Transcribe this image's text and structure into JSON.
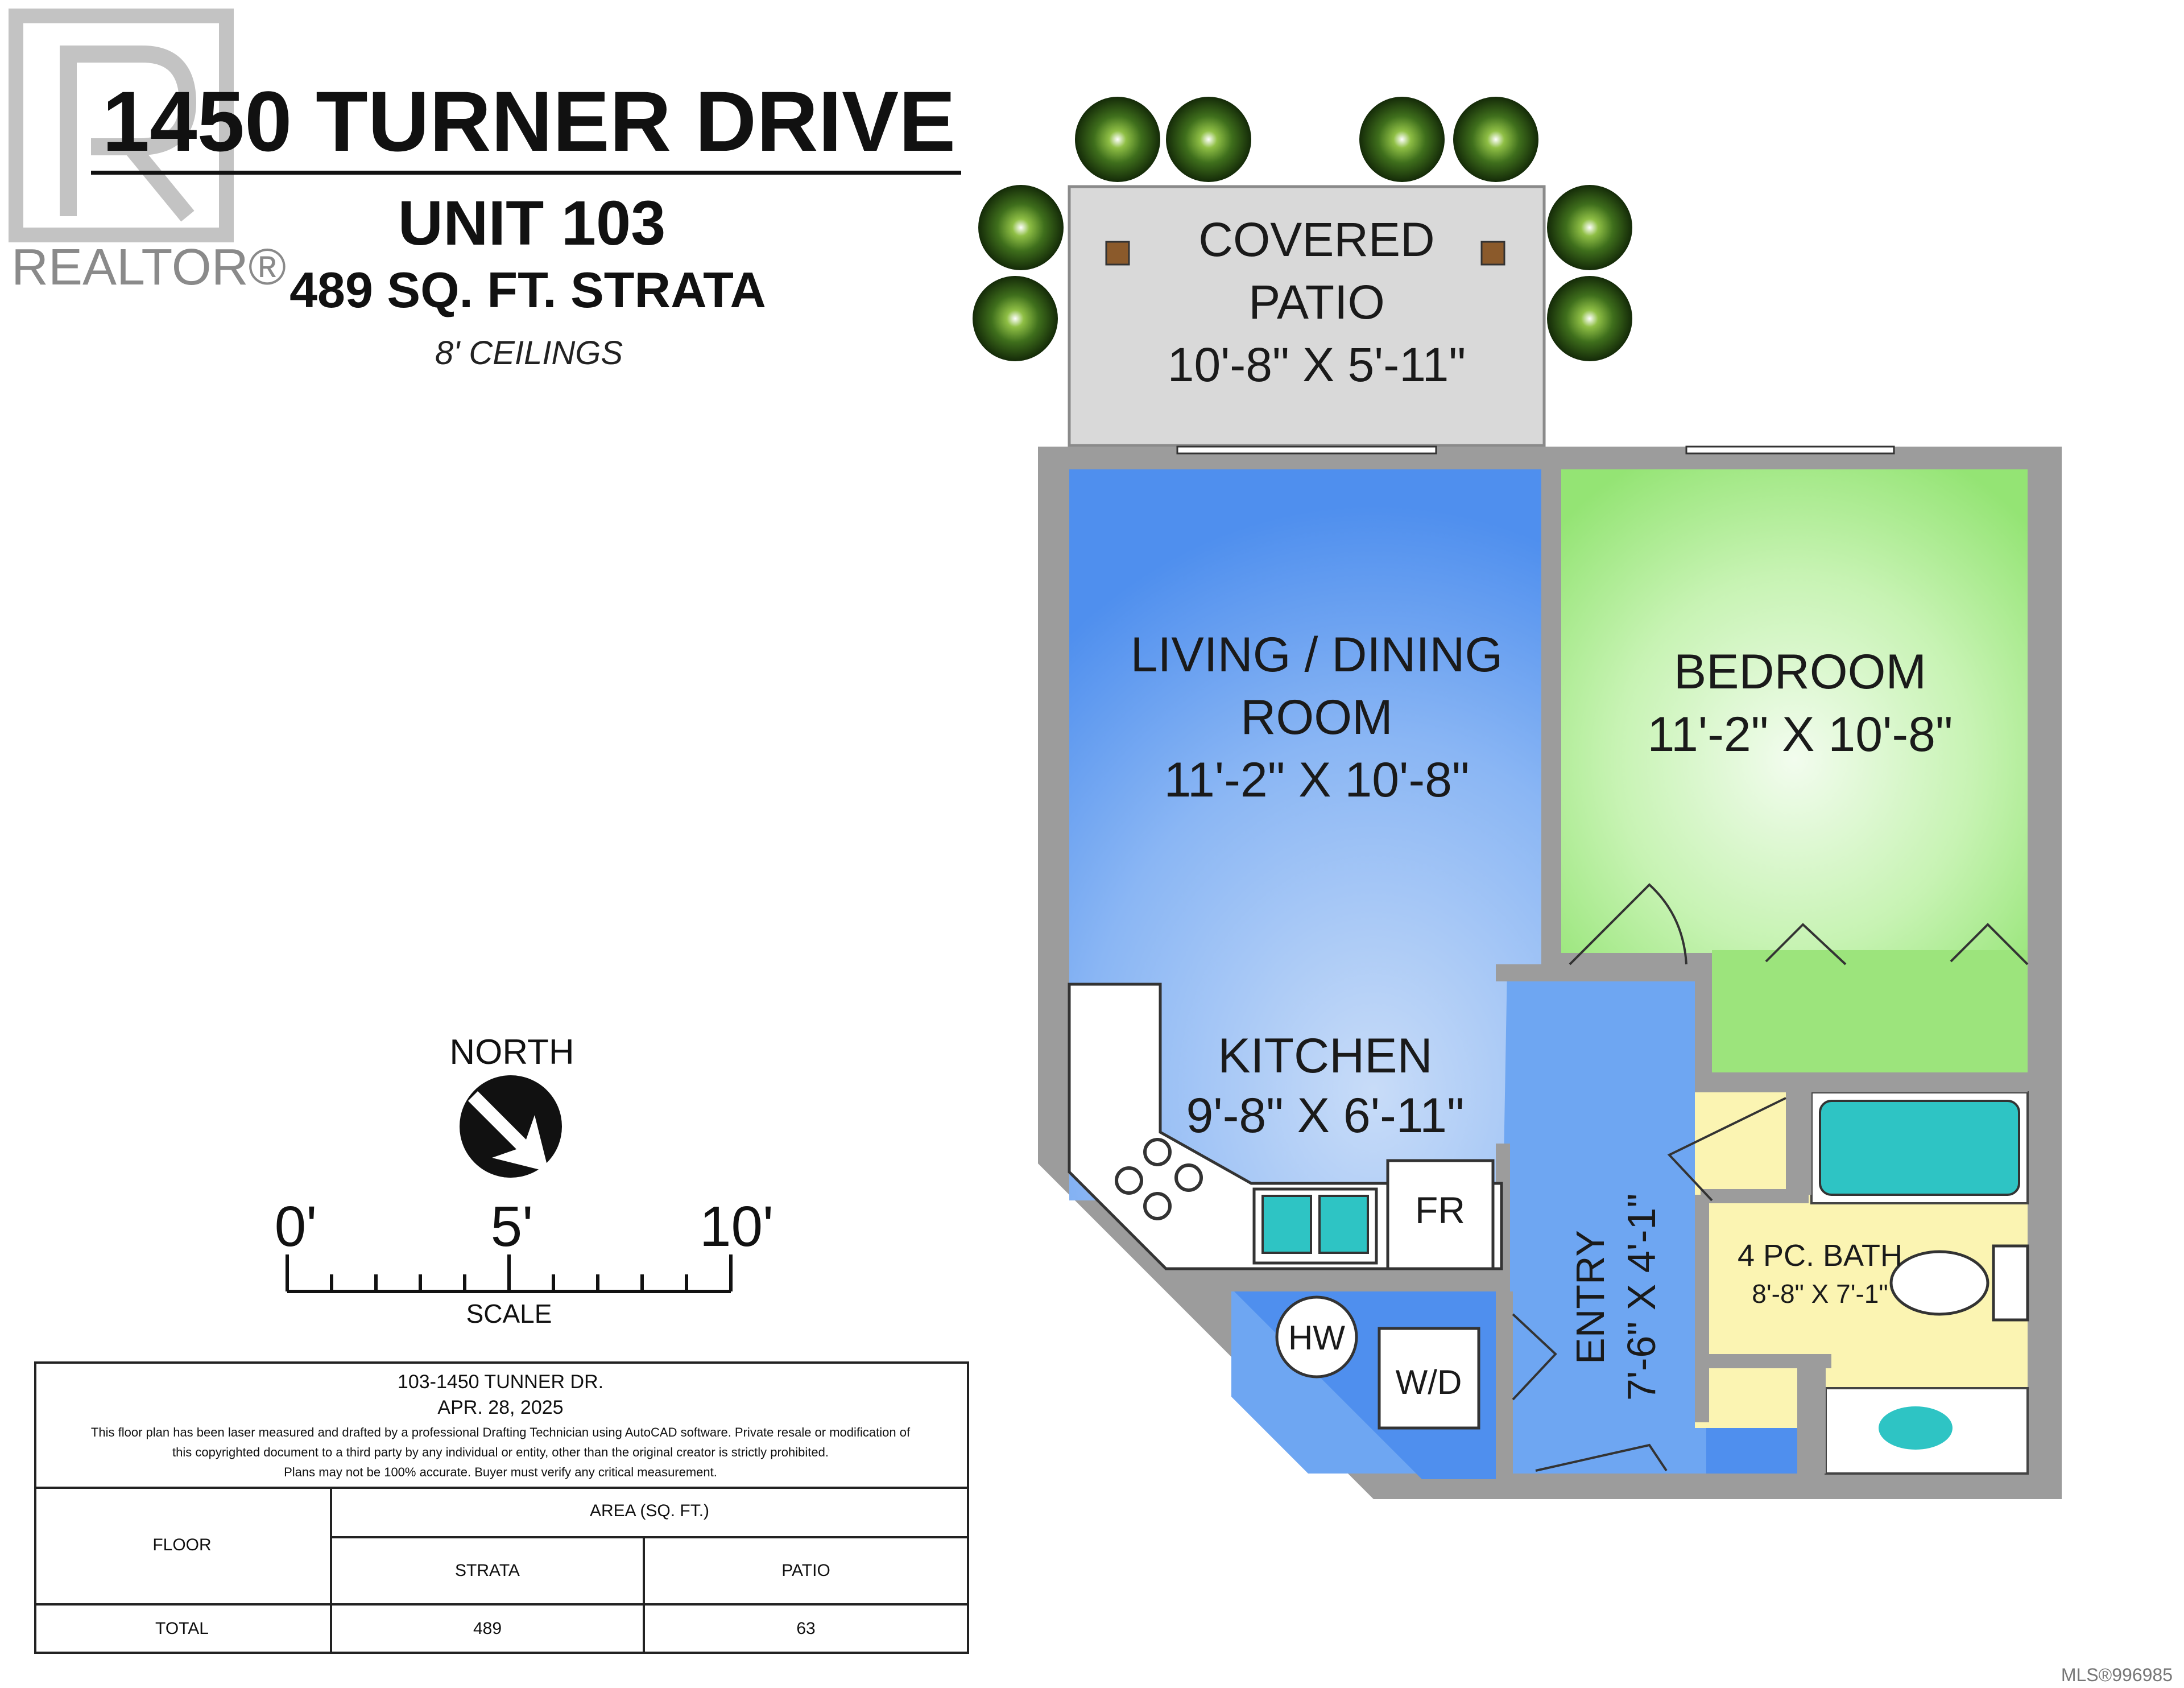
{
  "header": {
    "address": "1450 TURNER DRIVE",
    "unit": "UNIT 103",
    "area": "489 SQ. FT. STRATA",
    "ceilings": "8' CEILINGS"
  },
  "watermark": {
    "brand": "REALTOR®",
    "mls": "MLS®996985"
  },
  "rooms": {
    "patio": {
      "name_1": "COVERED",
      "name_2": "PATIO",
      "dims": "10'-8\" X 5'-11\""
    },
    "living": {
      "name_1": "LIVING / DINING",
      "name_2": "ROOM",
      "dims": "11'-2\" X 10'-8\""
    },
    "bedroom": {
      "name": "BEDROOM",
      "dims": "11'-2\" X 10'-8\""
    },
    "kitchen": {
      "name": "KITCHEN",
      "dims": "9'-8\" X 6'-11\""
    },
    "entry": {
      "name": "ENTRY",
      "dims": "7'-6\" X 4'-1\""
    },
    "bath": {
      "name": "4 PC. BATH",
      "dims": "8'-8\" X 7'-1\""
    },
    "fixtures": {
      "fridge": "FR",
      "hot_water": "HW",
      "washer_dryer": "W/D"
    }
  },
  "compass": {
    "label": "NORTH"
  },
  "scale": {
    "label": "SCALE",
    "ticks": [
      "0'",
      "5'",
      "10'"
    ]
  },
  "info_table": {
    "line_1": "103-1450 TUNNER DR.",
    "line_2": "APR. 28, 2025",
    "disclaimer_1": "This floor plan has been laser measured and drafted by a professional Drafting Technician using AutoCAD software. Private resale or modification of",
    "disclaimer_2": "this copyrighted document to a third party by any individual or entity, other than the original creator is strictly prohibited.",
    "disclaimer_3": "Plans may not be 100% accurate. Buyer must verify any critical measurement.",
    "col_floor": "FLOOR",
    "col_area": "AREA (SQ. FT.)",
    "col_strata": "STRATA",
    "col_patio": "PATIO",
    "row_label": "TOTAL",
    "row_strata": "489",
    "row_patio": "63"
  },
  "colors": {
    "wall": "#9c9c9c",
    "living": "#5f9cf0",
    "bedroom": "#a8ec8c",
    "bath": "#fbf4b2",
    "tub": "#2ec4c4",
    "patio": "#d9d9d9",
    "shrub": "#2f5a17"
  }
}
